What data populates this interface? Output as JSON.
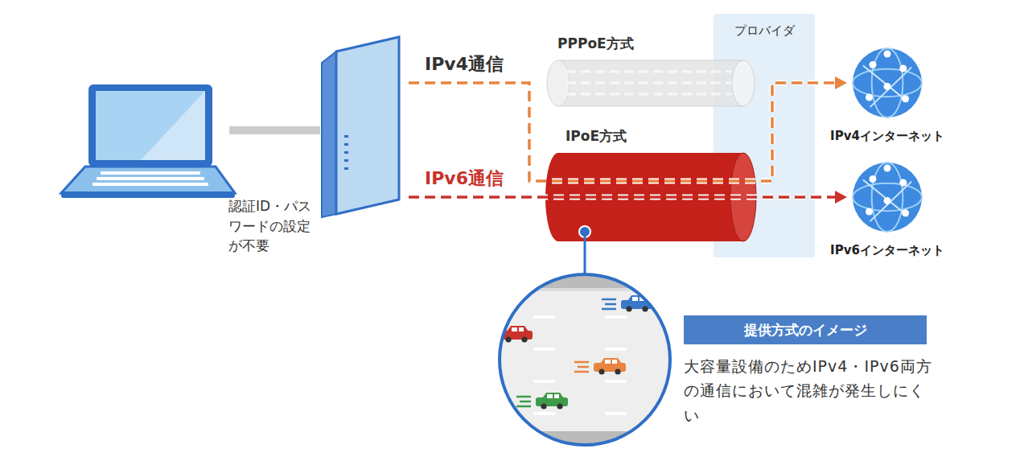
{
  "diagram": {
    "nodes": [
      {
        "text": [
          "認証ID・パスワードの設定が不要"
        ]
      },
      {
        "text": [
          "PPPoE方式"
        ]
      },
      {
        "text": [
          "IPoE方式"
        ]
      },
      {
        "text": [
          "プロバイダ"
        ]
      },
      {
        "text": [
          "IPv4インターネット"
        ]
      },
      {
        "text": [
          "IPv6インターネット"
        ]
      },
      {
        "text": [
          "提供方式のイメージ"
        ]
      }
    ],
    "edges": [
      {
        "from": 0,
        "to": 4,
        "arrow": "to",
        "label": "IPv4通信"
      },
      {
        "from": 0,
        "to": 5,
        "arrow": "to",
        "label": "IPv6通信"
      }
    ],
    "labels": [
      "大容量設備のためIPv4・IPv6両方の通信において混雑が発生しにくい"
    ]
  }
}
